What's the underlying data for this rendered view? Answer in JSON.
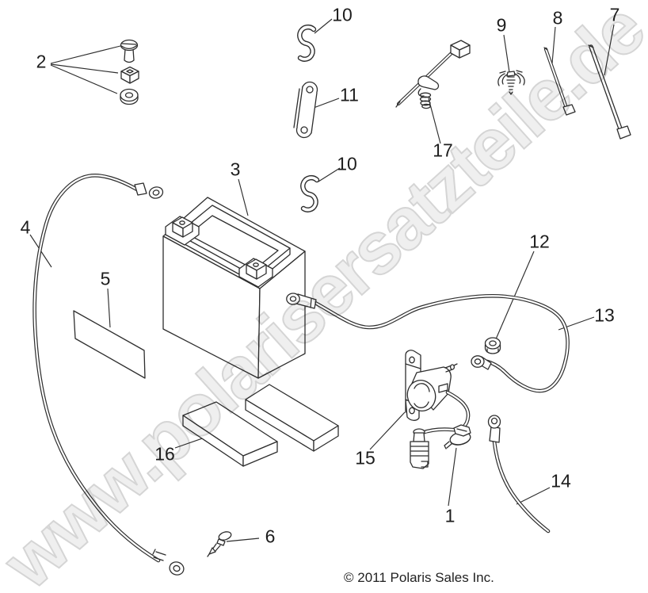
{
  "watermark": {
    "text": "www.polarisersatzteile.de",
    "color": "#d3d3d3"
  },
  "footer": {
    "copyright": "© 2011 Polaris Sales Inc."
  },
  "diagram": {
    "type": "exploded-parts-line-drawing",
    "subject": "battery and cables",
    "line_color": "#2e2e2e",
    "background": "#ffffff"
  },
  "callouts": [
    {
      "label": "2"
    },
    {
      "label": "10"
    },
    {
      "label": "11"
    },
    {
      "label": "9"
    },
    {
      "label": "8"
    },
    {
      "label": "7"
    },
    {
      "label": "17"
    },
    {
      "label": "10"
    },
    {
      "label": "3"
    },
    {
      "label": "4"
    },
    {
      "label": "5"
    },
    {
      "label": "12"
    },
    {
      "label": "13"
    },
    {
      "label": "15"
    },
    {
      "label": "16"
    },
    {
      "label": "6"
    },
    {
      "label": "1"
    },
    {
      "label": "14"
    }
  ]
}
